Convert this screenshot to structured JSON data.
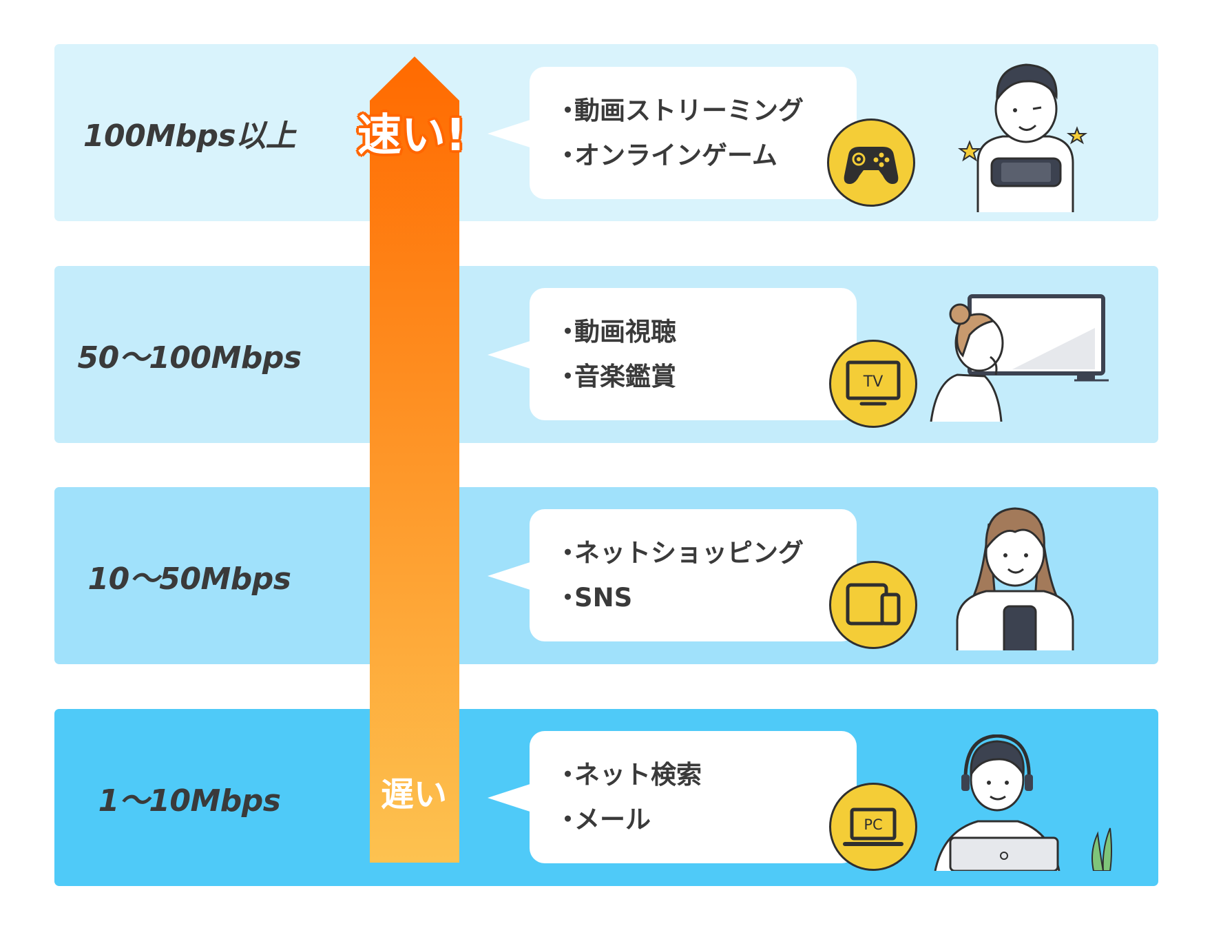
{
  "colors": {
    "band_1": "#d9f3fc",
    "band_2": "#c4ecfb",
    "band_3": "#a0e1fb",
    "band_4": "#4fcaf8",
    "arrow_top": "#ff6a00",
    "arrow_bottom": "#fdc250",
    "icon_fill": "#f4cd37",
    "text": "#3a3a3a"
  },
  "arrow": {
    "fast_label": "速い!",
    "slow_label": "遅い"
  },
  "tiers": [
    {
      "speed": "100Mbps以上",
      "bullet": "・",
      "uses": [
        "動画ストリーミング",
        "オンラインゲーム"
      ],
      "icon": "gamepad-icon",
      "icon_text": ""
    },
    {
      "speed": "50〜100Mbps",
      "bullet": "・",
      "uses": [
        "動画視聴",
        "音楽鑑賞"
      ],
      "icon": "tv-icon",
      "icon_text": "TV"
    },
    {
      "speed": "10〜50Mbps",
      "bullet": "・",
      "uses": [
        "ネットショッピング",
        "SNS"
      ],
      "icon": "tablet-phone-icon",
      "icon_text": ""
    },
    {
      "speed": "1〜10Mbps",
      "bullet": "・",
      "uses": [
        "ネット検索",
        "メール"
      ],
      "icon": "laptop-icon",
      "icon_text": "PC"
    }
  ]
}
